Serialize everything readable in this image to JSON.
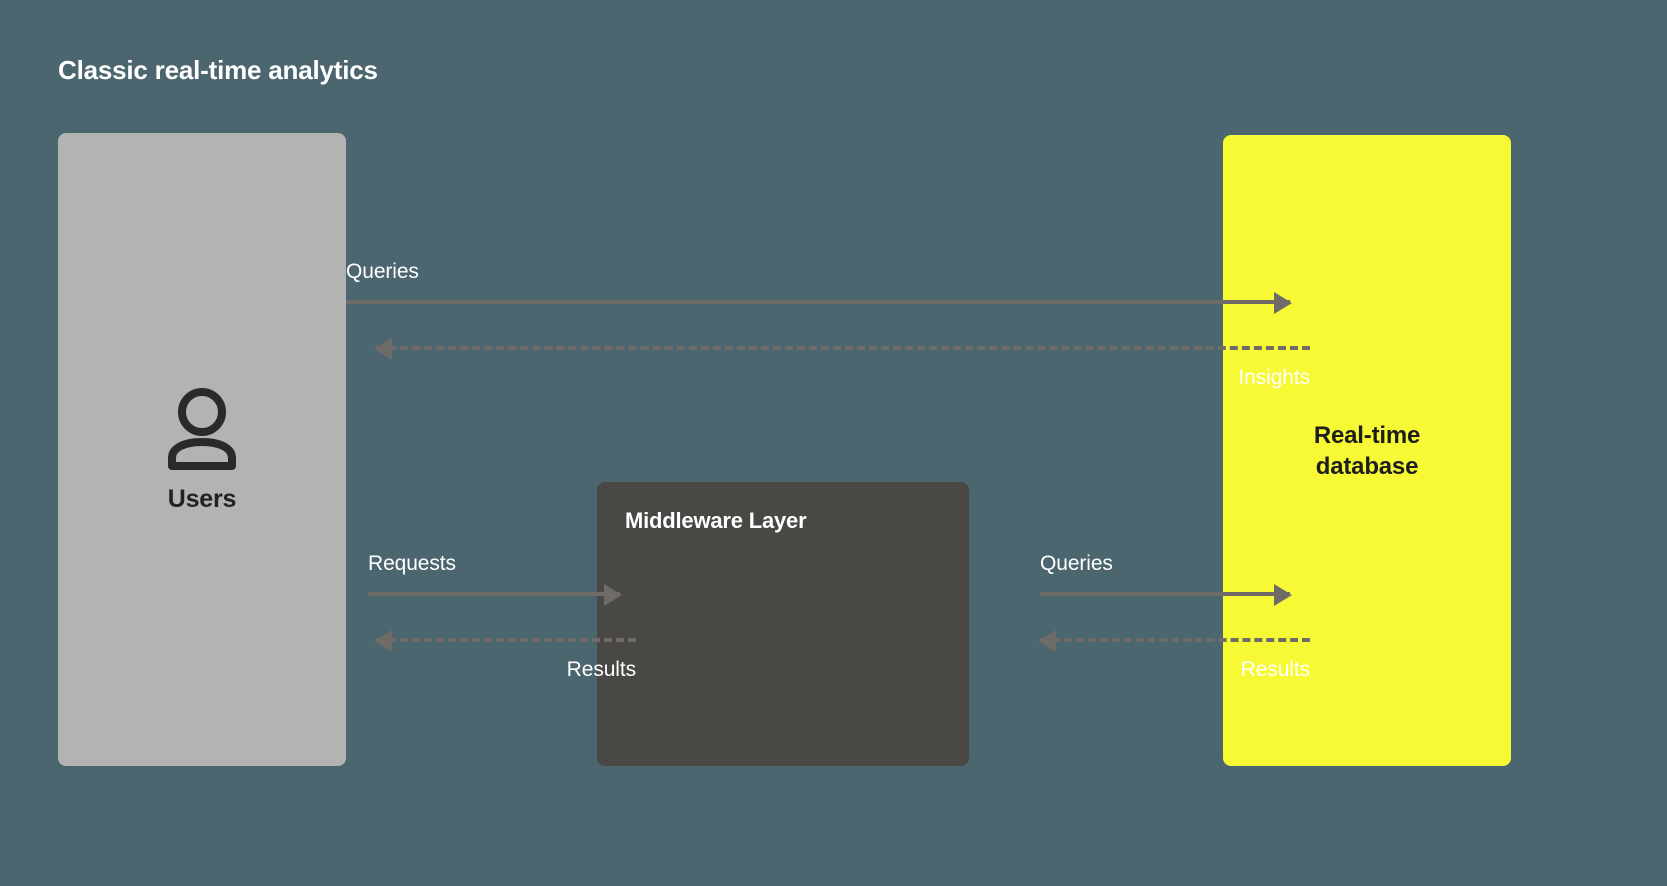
{
  "diagram": {
    "title": "Classic real-time analytics",
    "background_color": "#4c6670",
    "nodes": {
      "users": {
        "label": "Users",
        "icon": "user-icon",
        "fill": "#b3b3b3",
        "text_color": "#222222"
      },
      "middleware": {
        "label": "Middleware Layer",
        "fill": "#4a4845",
        "text_color": "#ffffff"
      },
      "database": {
        "label_line1": "Real-time",
        "label_line2": "database",
        "fill": "#f6f933",
        "text_color": "#1d1d1d"
      }
    },
    "edges": [
      {
        "id": "users-to-database-queries",
        "label": "Queries",
        "from": "users",
        "to": "database",
        "style": "solid",
        "direction": "right",
        "color": "#6e6b68"
      },
      {
        "id": "database-to-users-insights",
        "label": "Insights",
        "from": "database",
        "to": "users",
        "style": "dashed",
        "direction": "left",
        "color": "#6e6b68"
      },
      {
        "id": "users-to-middleware-requests",
        "label": "Requests",
        "from": "users",
        "to": "middleware",
        "style": "solid",
        "direction": "right",
        "color": "#6e6b68"
      },
      {
        "id": "middleware-to-users-results",
        "label": "Results",
        "from": "middleware",
        "to": "users",
        "style": "dashed",
        "direction": "left",
        "color": "#6e6b68"
      },
      {
        "id": "middleware-to-database-queries",
        "label": "Queries",
        "from": "middleware",
        "to": "database",
        "style": "solid",
        "direction": "right",
        "color": "#6e6b68"
      },
      {
        "id": "database-to-middleware-results",
        "label": "Results",
        "from": "database",
        "to": "middleware",
        "style": "dashed",
        "direction": "left",
        "color": "#6e6b68"
      }
    ]
  }
}
